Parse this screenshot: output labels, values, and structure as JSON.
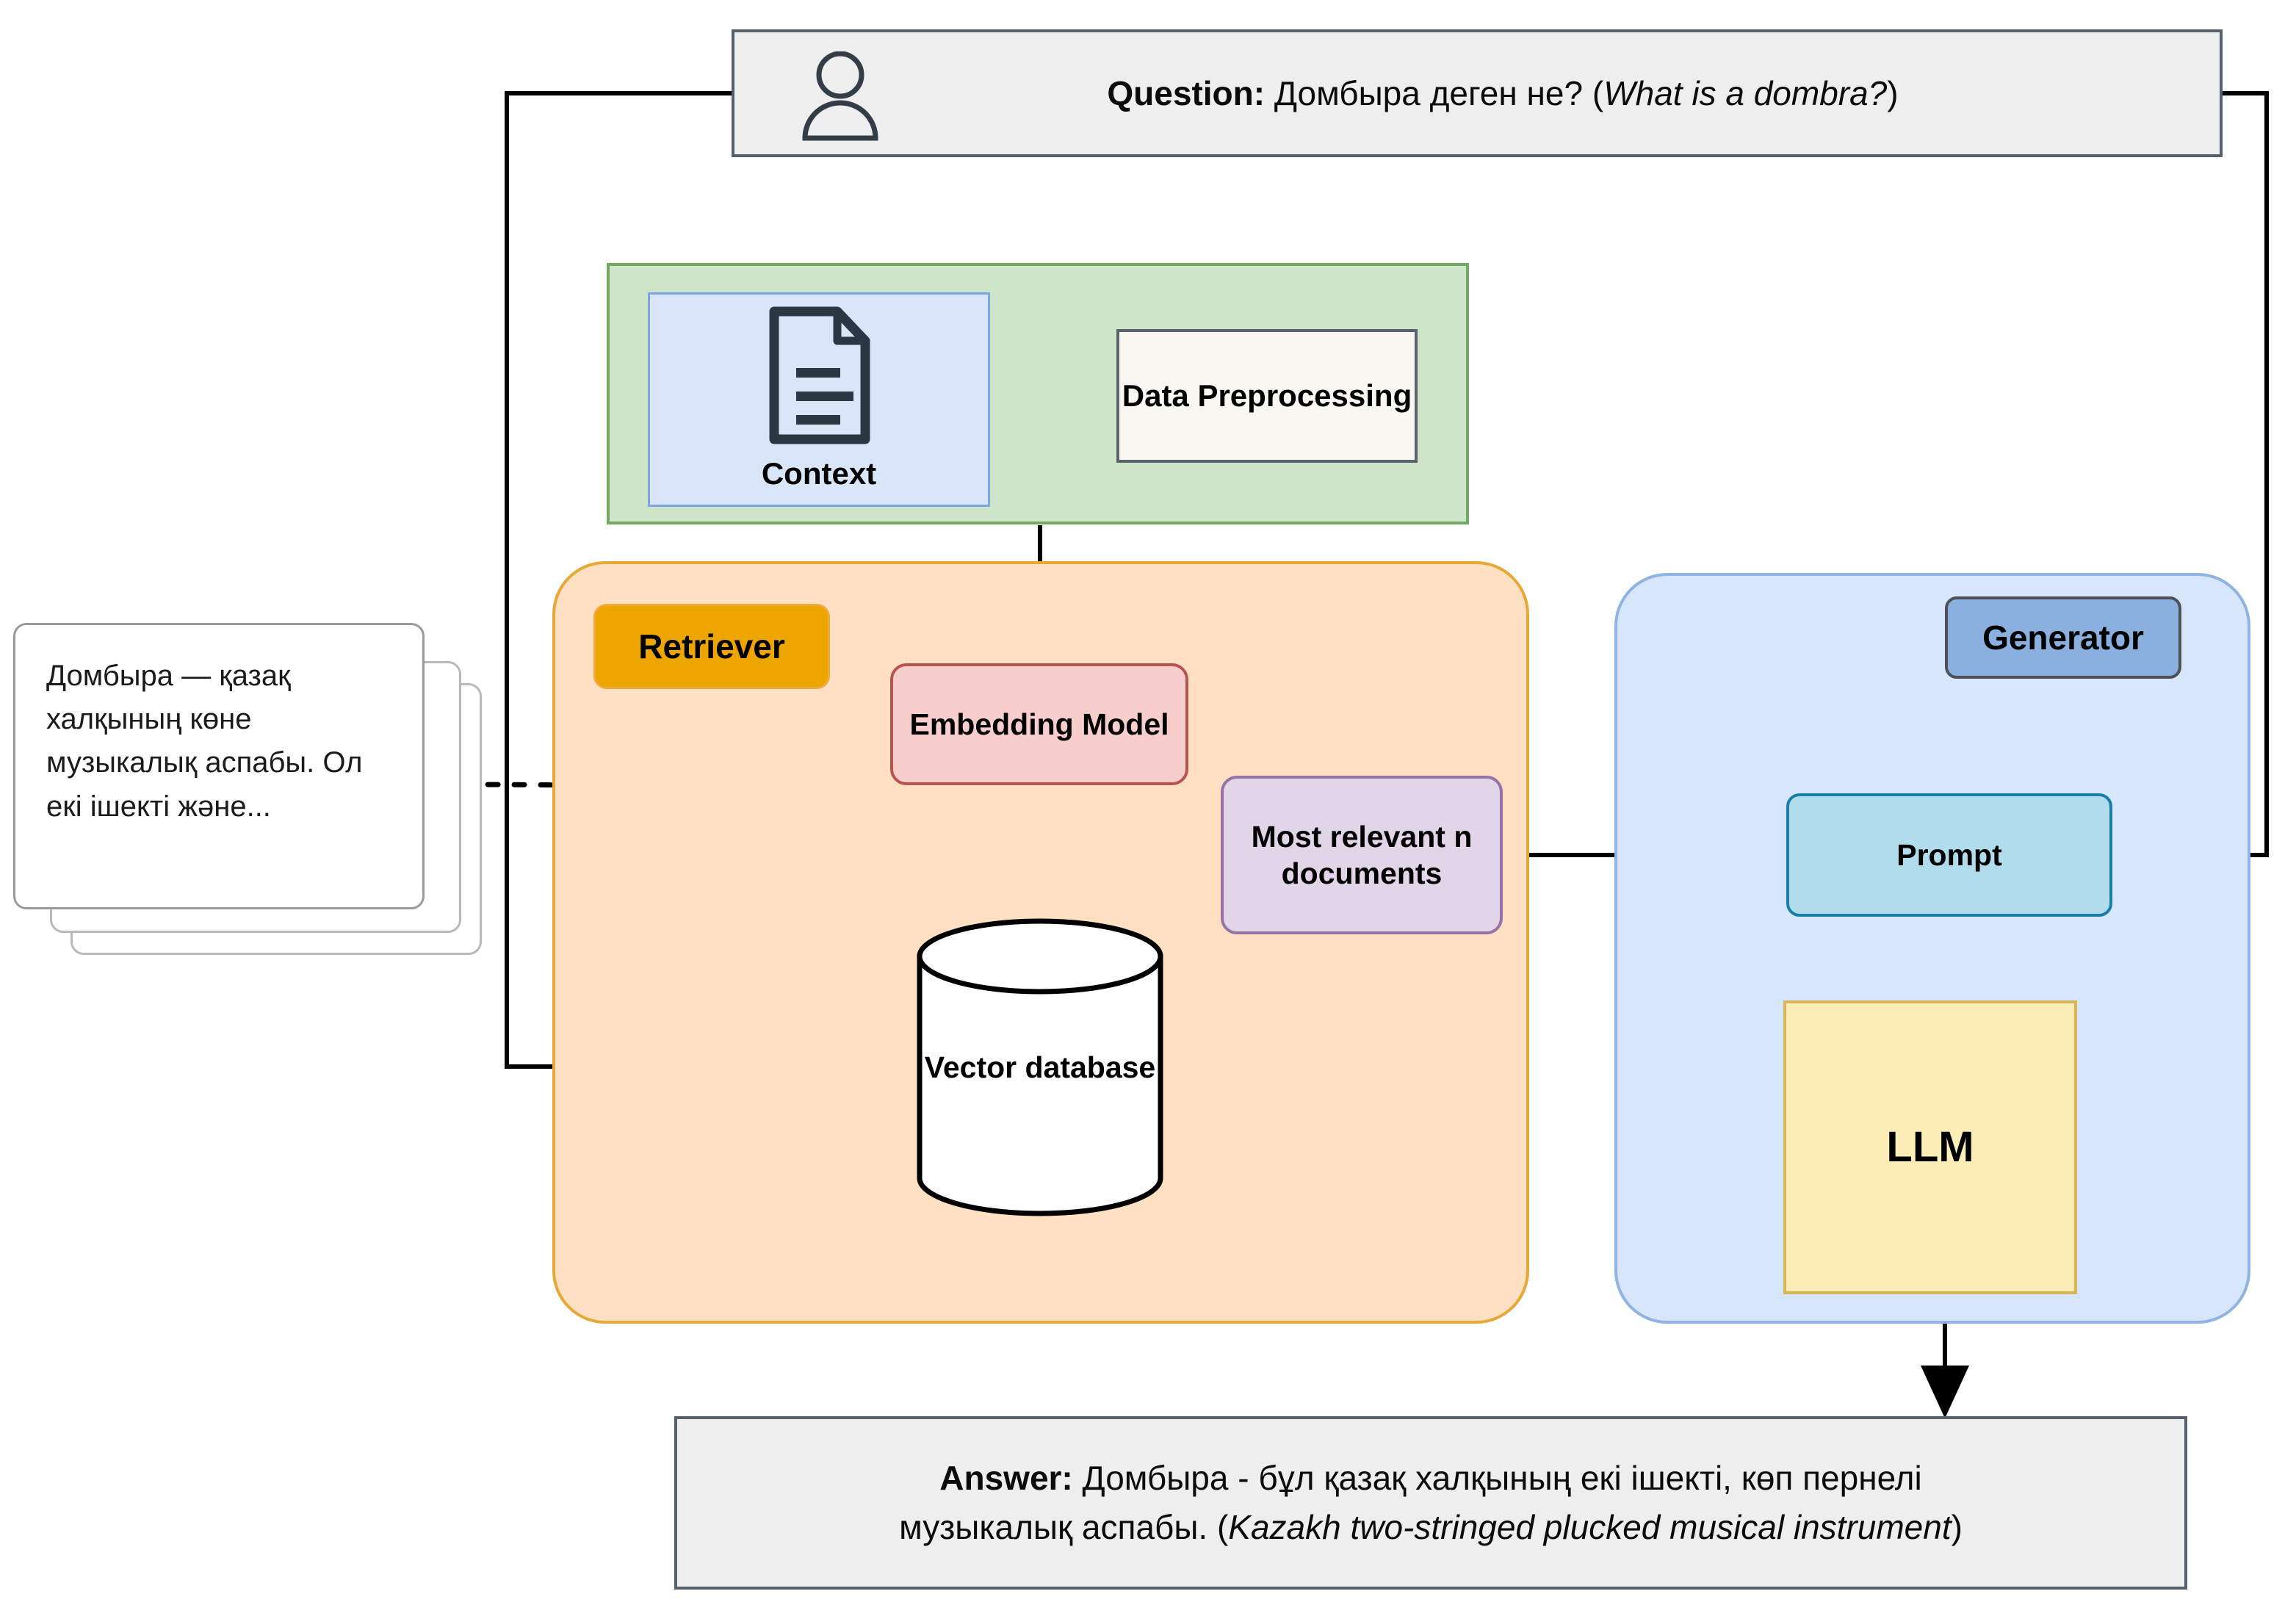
{
  "question": {
    "prefix": "Question:",
    "kazakh": " Домбыра деген не? (",
    "english": "What is a dombra?",
    "suffix": ")",
    "icon": "user-icon"
  },
  "answer": {
    "prefix": "Answer:",
    "line1": " Домбыра - бұл қазақ халқының екі ішекті, көп пернелі",
    "line2_kazakh": "музыкалық аспабы. (",
    "line2_english": "Kazakh two-stringed plucked musical instrument",
    "line2_suffix": ")"
  },
  "documents": {
    "text": "Домбыра — қазақ халқының көне музыкалық аспабы. Ол екі ішекті және...",
    "stack_count": 3
  },
  "ingest_group": {
    "context": {
      "label": "Context",
      "icon": "document-icon"
    },
    "preprocessing": {
      "label": "Data Preprocessing"
    }
  },
  "retriever": {
    "badge": "Retriever",
    "embedding_model": "Embedding Model",
    "most_relevant": "Most relevant n documents",
    "vector_database": "Vector database"
  },
  "generator": {
    "badge": "Generator",
    "prompt": "Prompt",
    "llm": "LLM"
  },
  "colors": {
    "banner_fill": "#eeeeee",
    "banner_border": "#55606b",
    "green_group": "#cfe5c9",
    "green_border": "#73a866",
    "context_fill": "#d9e6fa",
    "context_border": "#7ea6dd",
    "preprocessing_fill": "#f9f7f1",
    "retriever_fill": "#ffe0c2",
    "retriever_border": "#e8a838",
    "retriever_badge": "#eda500",
    "generator_fill": "#d8e6fb",
    "generator_border": "#8fb4e3",
    "generator_badge": "#8ab0e0",
    "embedding_fill": "#f8cecc",
    "embedding_border": "#b85450",
    "documents_fill": "#e1d5e7",
    "documents_border": "#9673a6",
    "prompt_fill": "#b1dcec",
    "prompt_border": "#1a7fa8",
    "llm_fill": "#fdeeb8",
    "llm_border": "#d6b656",
    "arrow": "#000000"
  }
}
